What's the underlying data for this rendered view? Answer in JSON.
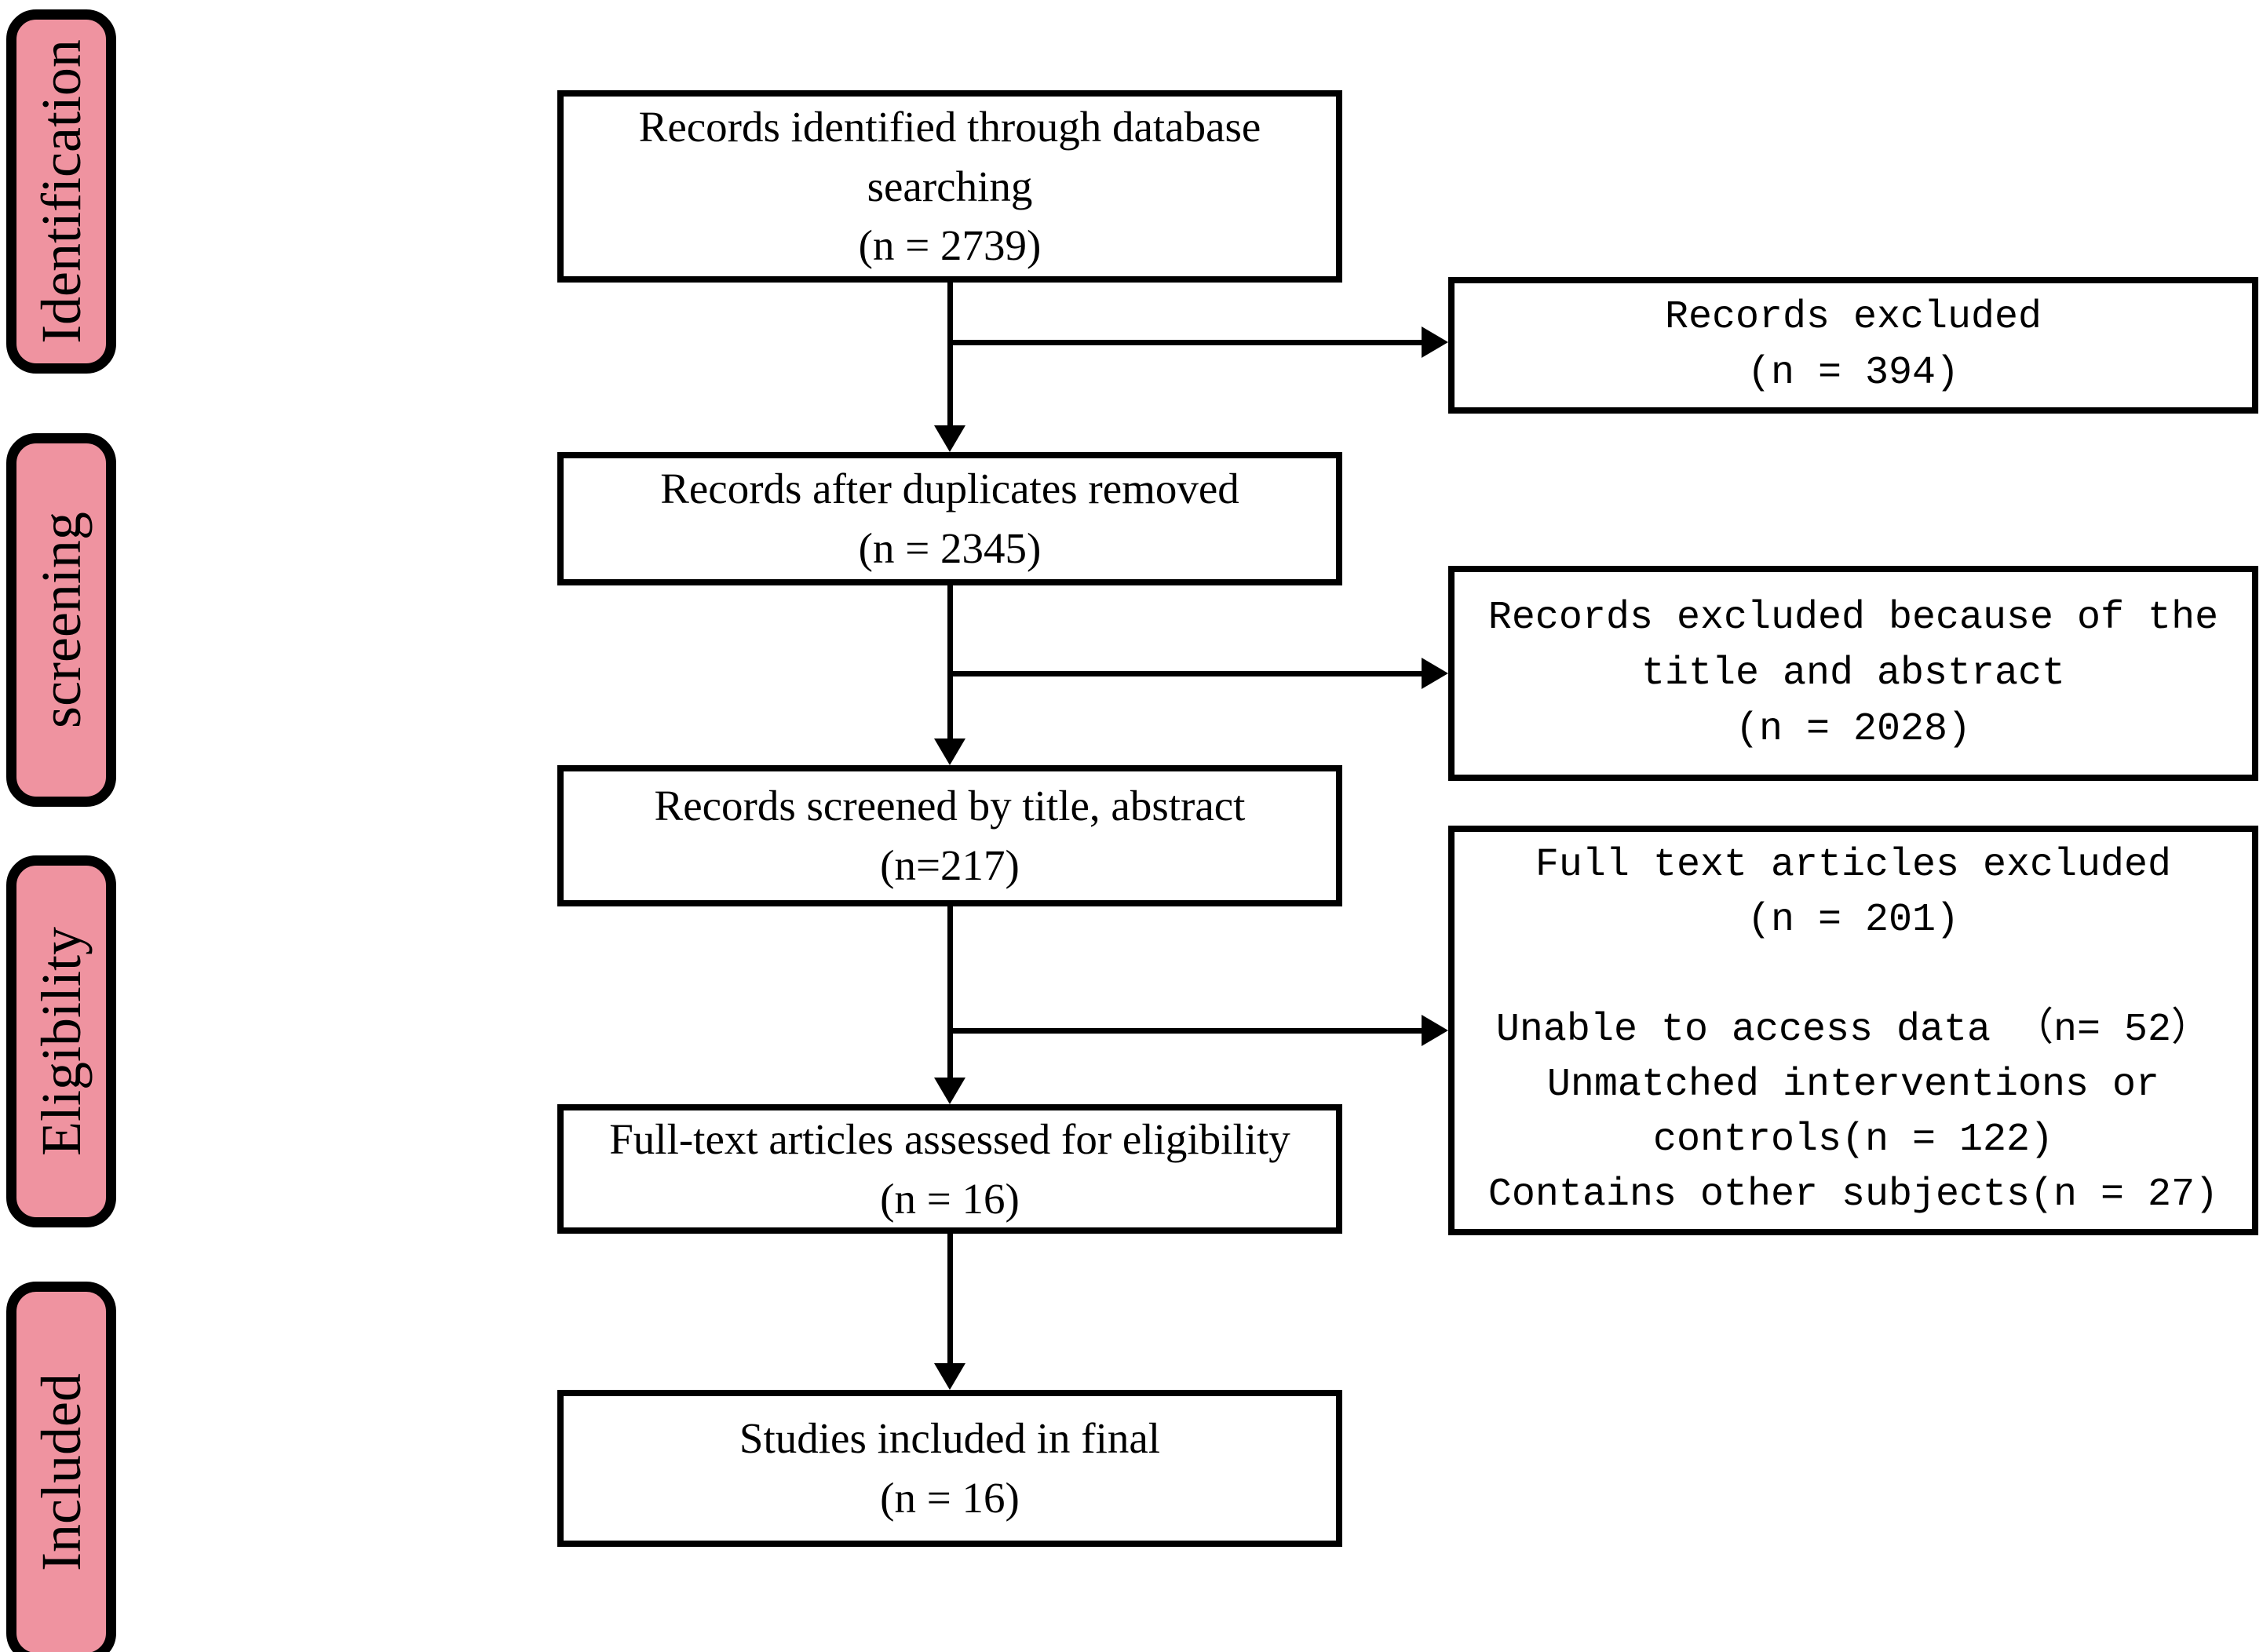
{
  "colors": {
    "stage_fill": "#ef93a0",
    "line": "#000000",
    "background": "#ffffff"
  },
  "stages": [
    {
      "label": "Identification"
    },
    {
      "label": "screening"
    },
    {
      "label": "Eligibility"
    },
    {
      "label": "Included"
    }
  ],
  "flow": [
    {
      "text": "Records identified through database\nsearching\n(n = 2739)"
    },
    {
      "text": "Records  after duplicates removed\n(n = 2345)"
    },
    {
      "text": "Records screened by title, abstract\n(n=217)"
    },
    {
      "text": "Full-text articles assessed for eligibility\n(n = 16)"
    },
    {
      "text": "Studies included in final\n(n = 16)"
    }
  ],
  "exclusions": [
    {
      "text": "Records excluded\n(n = 394)"
    },
    {
      "text": "Records excluded because of the\ntitle and abstract\n(n = 2028)"
    },
    {
      "text": "Full text articles excluded\n(n = 201)\n\nUnable to access data （n= 52）\nUnmatched interventions or\ncontrols(n = 122)\nContains other subjects(n = 27)"
    }
  ]
}
